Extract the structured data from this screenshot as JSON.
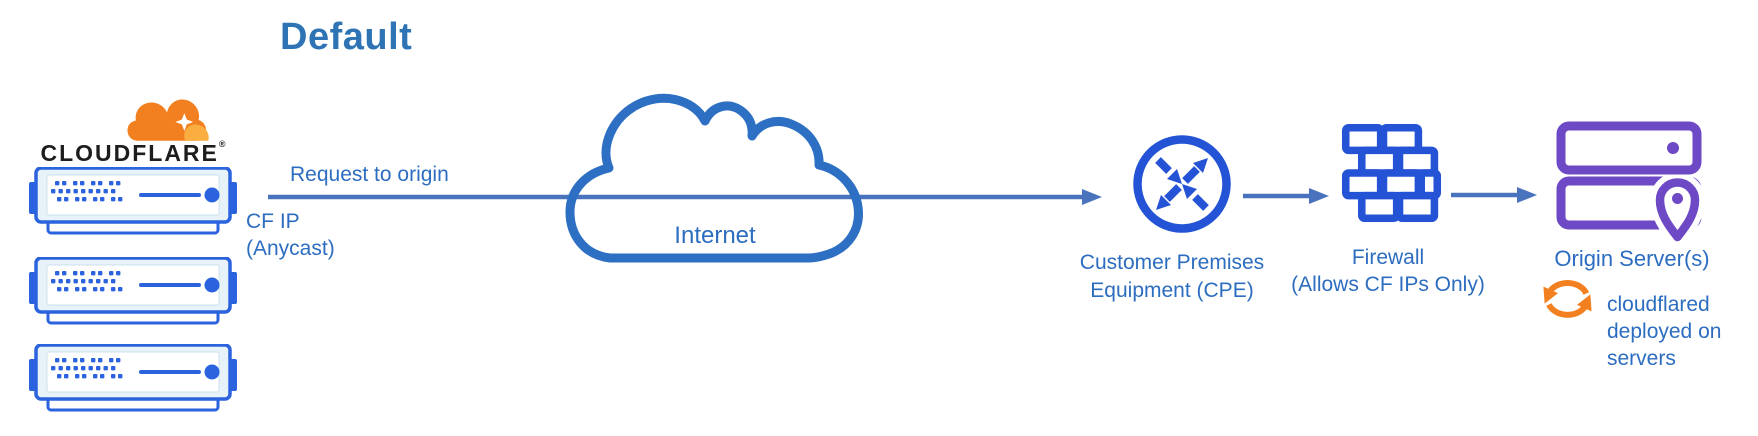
{
  "title": "Default",
  "cloudflare": {
    "brand": "CLOUDFLARE",
    "trademark": "®",
    "ip_line1": "CF IP",
    "ip_line2": "(Anycast)",
    "server_count": 3
  },
  "flow": {
    "request_label": "Request to origin",
    "internet_label": "Internet"
  },
  "cpe": {
    "label_line1": "Customer Premises",
    "label_line2": "Equipment (CPE)"
  },
  "firewall": {
    "label_line1": "Firewall",
    "label_line2": "(Allows CF IPs Only)"
  },
  "origin": {
    "label": "Origin Server(s)",
    "note_line1": "cloudflared",
    "note_line2": "deployed on",
    "note_line3": "servers"
  },
  "icons": {
    "cloudflare_logo": "cloudflare-cloud-icon",
    "servers": "server-rack-icon",
    "internet": "internet-cloud-icon",
    "cpe": "router-icon",
    "firewall": "brick-wall-icon",
    "origin": "origin-server-icon",
    "origin_pin": "location-pin-icon",
    "cloudflared": "sync-arrows-icon",
    "connectors": "arrow-right-icon"
  },
  "colors": {
    "icon_blue": "#2553D6",
    "server_blue": "#2B62DD",
    "label_blue": "#2C6DC0",
    "title_blue": "#2E74B5",
    "arrow_blue": "#4A73BE",
    "cloud_blue": "#2D6FC2",
    "origin_purple": "#6E49C6",
    "cloudflare_orange": "#F38020",
    "cloudflare_orange_light": "#FAAE40"
  }
}
